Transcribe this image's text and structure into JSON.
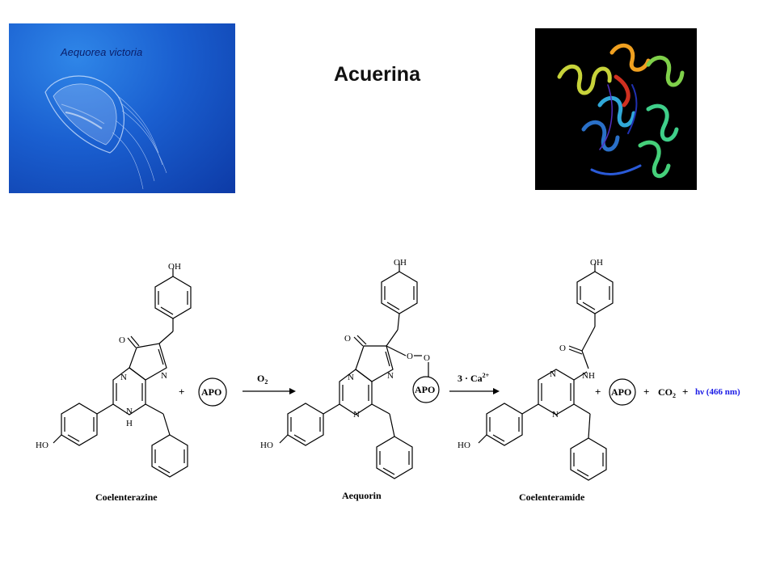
{
  "photo": {
    "caption": "Aequorea victoria",
    "icon": "jellyfish-photo"
  },
  "protein_image": {
    "icon": "protein-ribbon-structure"
  },
  "title": "Acuerina",
  "reaction": {
    "compounds": {
      "coelenterazine": {
        "name": "Coelenterazine",
        "oh_top": "OH",
        "ho_left": "HO",
        "oxo": "O",
        "n1": "N",
        "n2": "N",
        "nh_n": "N",
        "nh_h": "H"
      },
      "aequorin": {
        "name": "Aequorin",
        "oh_top": "OH",
        "ho_left": "HO",
        "oxo": "O",
        "n1": "N",
        "n2": "N",
        "n3": "N",
        "o1": "O",
        "o2": "O",
        "apo": "APO"
      },
      "coelenteramide": {
        "name": "Coelenteramide",
        "oh_top": "OH",
        "ho_left": "HO",
        "oxo": "O",
        "nh": "NH",
        "n1": "N",
        "n2": "N"
      }
    },
    "plus": "+",
    "apo": "APO",
    "arrow1_label_main": "O",
    "arrow1_label_sub": "2",
    "arrow2_label_main": "3 · Ca",
    "arrow2_label_sup": "2+",
    "co2_main": "CO",
    "co2_sub": "2",
    "light_label": "hν (466 nm)",
    "colors": {
      "light": "#1a1ae6"
    }
  }
}
